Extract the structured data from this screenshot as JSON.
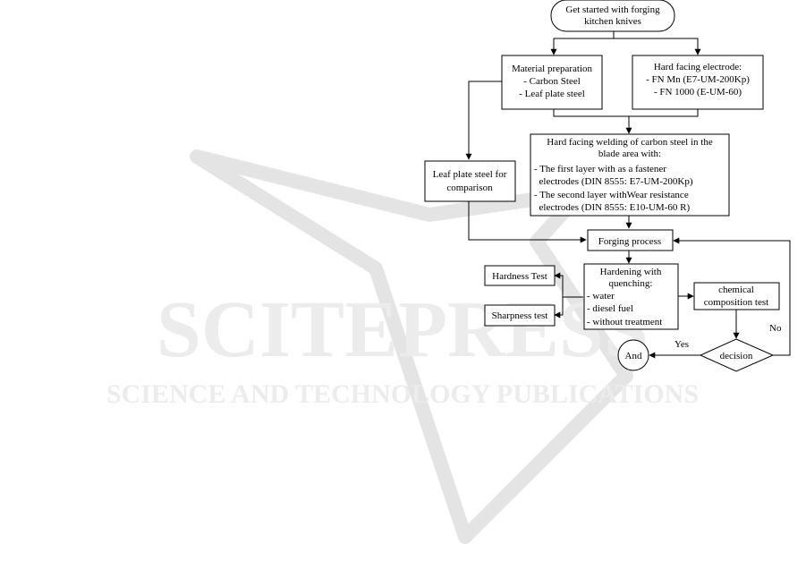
{
  "watermark": {
    "title": "SCITEPRESS",
    "subtitle": "SCIENCE AND TECHNOLOGY PUBLICATIONS"
  },
  "flowchart": {
    "start": [
      "Get started with forging",
      "kitchen knives"
    ],
    "material": [
      "Material preparation",
      "- Carbon Steel",
      "- Leaf plate steel"
    ],
    "electrode": [
      "Hard facing electrode:",
      "- FN Mn (E7-UM-200Kp)",
      "- FN 1000 (E-UM-60)"
    ],
    "welding": {
      "heading": [
        "Hard facing welding of carbon steel in the",
        "blade area with:"
      ],
      "items": [
        "- The first layer with as a fastener",
        "  electrodes (DIN 8555: E7-UM-200Kp)",
        "- The second layer withWear resistance",
        "  electrodes (DIN 8555: E10-UM-60 R)"
      ]
    },
    "leaf": [
      "Leaf plate steel for",
      "comparison"
    ],
    "forging": "Forging process",
    "hardening": {
      "heading": [
        "Hardening with",
        "quenching:"
      ],
      "items": [
        "- water",
        "- diesel fuel",
        "- without treatment"
      ]
    },
    "hardness_test": "Hardness Test",
    "sharpness_test": "Sharpness test",
    "chemical": [
      "chemical",
      "composition test"
    ],
    "decision": "decision",
    "end": "And",
    "yes_label": "Yes",
    "no_label": "No"
  }
}
